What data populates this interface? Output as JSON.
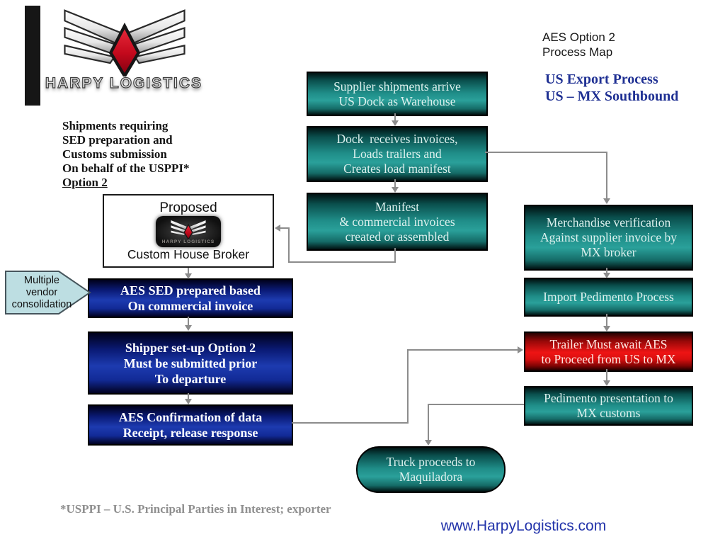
{
  "slide": {
    "brand": {
      "logo_text": "HARPY LOGISTICS",
      "website": "www.HarpyLogistics.com"
    },
    "header": {
      "process_label": "AES Option 2\nProcess Map",
      "title": "US Export Process\nUS – MX Southbound"
    },
    "intro": {
      "note": "Shipments requiring\nSED preparation and\nCustoms submission\nOn behalf of the USPPI*",
      "note_underlined": "Option 2"
    },
    "callout": {
      "text": "Multiple\nvendor\nconsolidation"
    },
    "nodes": {
      "supplier_arrival": "Supplier shipments arrive\nUS Dock as Warehouse",
      "dock_receives": "Dock  receives invoices,\nLoads trailers and\nCreates load manifest",
      "manifest_created": "Manifest\n& commercial invoices\ncreated or assembled",
      "proposed_title": "Proposed",
      "proposed_subtitle": "Custom House Broker",
      "aes_sed": "AES SED prepared based\nOn commercial invoice",
      "shipper_setup": "Shipper set-up Option 2\nMust be submitted prior\nTo departure",
      "aes_confirmation": "AES Confirmation of data\nReceipt, release response",
      "merchandise_verification": "Merchandise verification\nAgainst supplier invoice by\nMX broker",
      "import_pedimento": "Import Pedimento Process",
      "trailer_await": "Trailer Must await AES\nto Proceed from US to MX",
      "pedimento_presentation": "Pedimento presentation to\nMX customs",
      "truck_proceeds": "Truck proceeds to\nMaquiladora"
    },
    "footnote": "*USPPI – U.S. Principal Parties in Interest; exporter",
    "colors": {
      "process_teal": "#249792",
      "process_navy": "#1d3bb0",
      "alert_red": "#ee1414",
      "callout_blue": "#bddee2",
      "heading_blue": "#1f3093",
      "link_blue": "#2233aa",
      "connector_gray": "#8c8c8c",
      "logo_red": "#c3091c"
    }
  }
}
